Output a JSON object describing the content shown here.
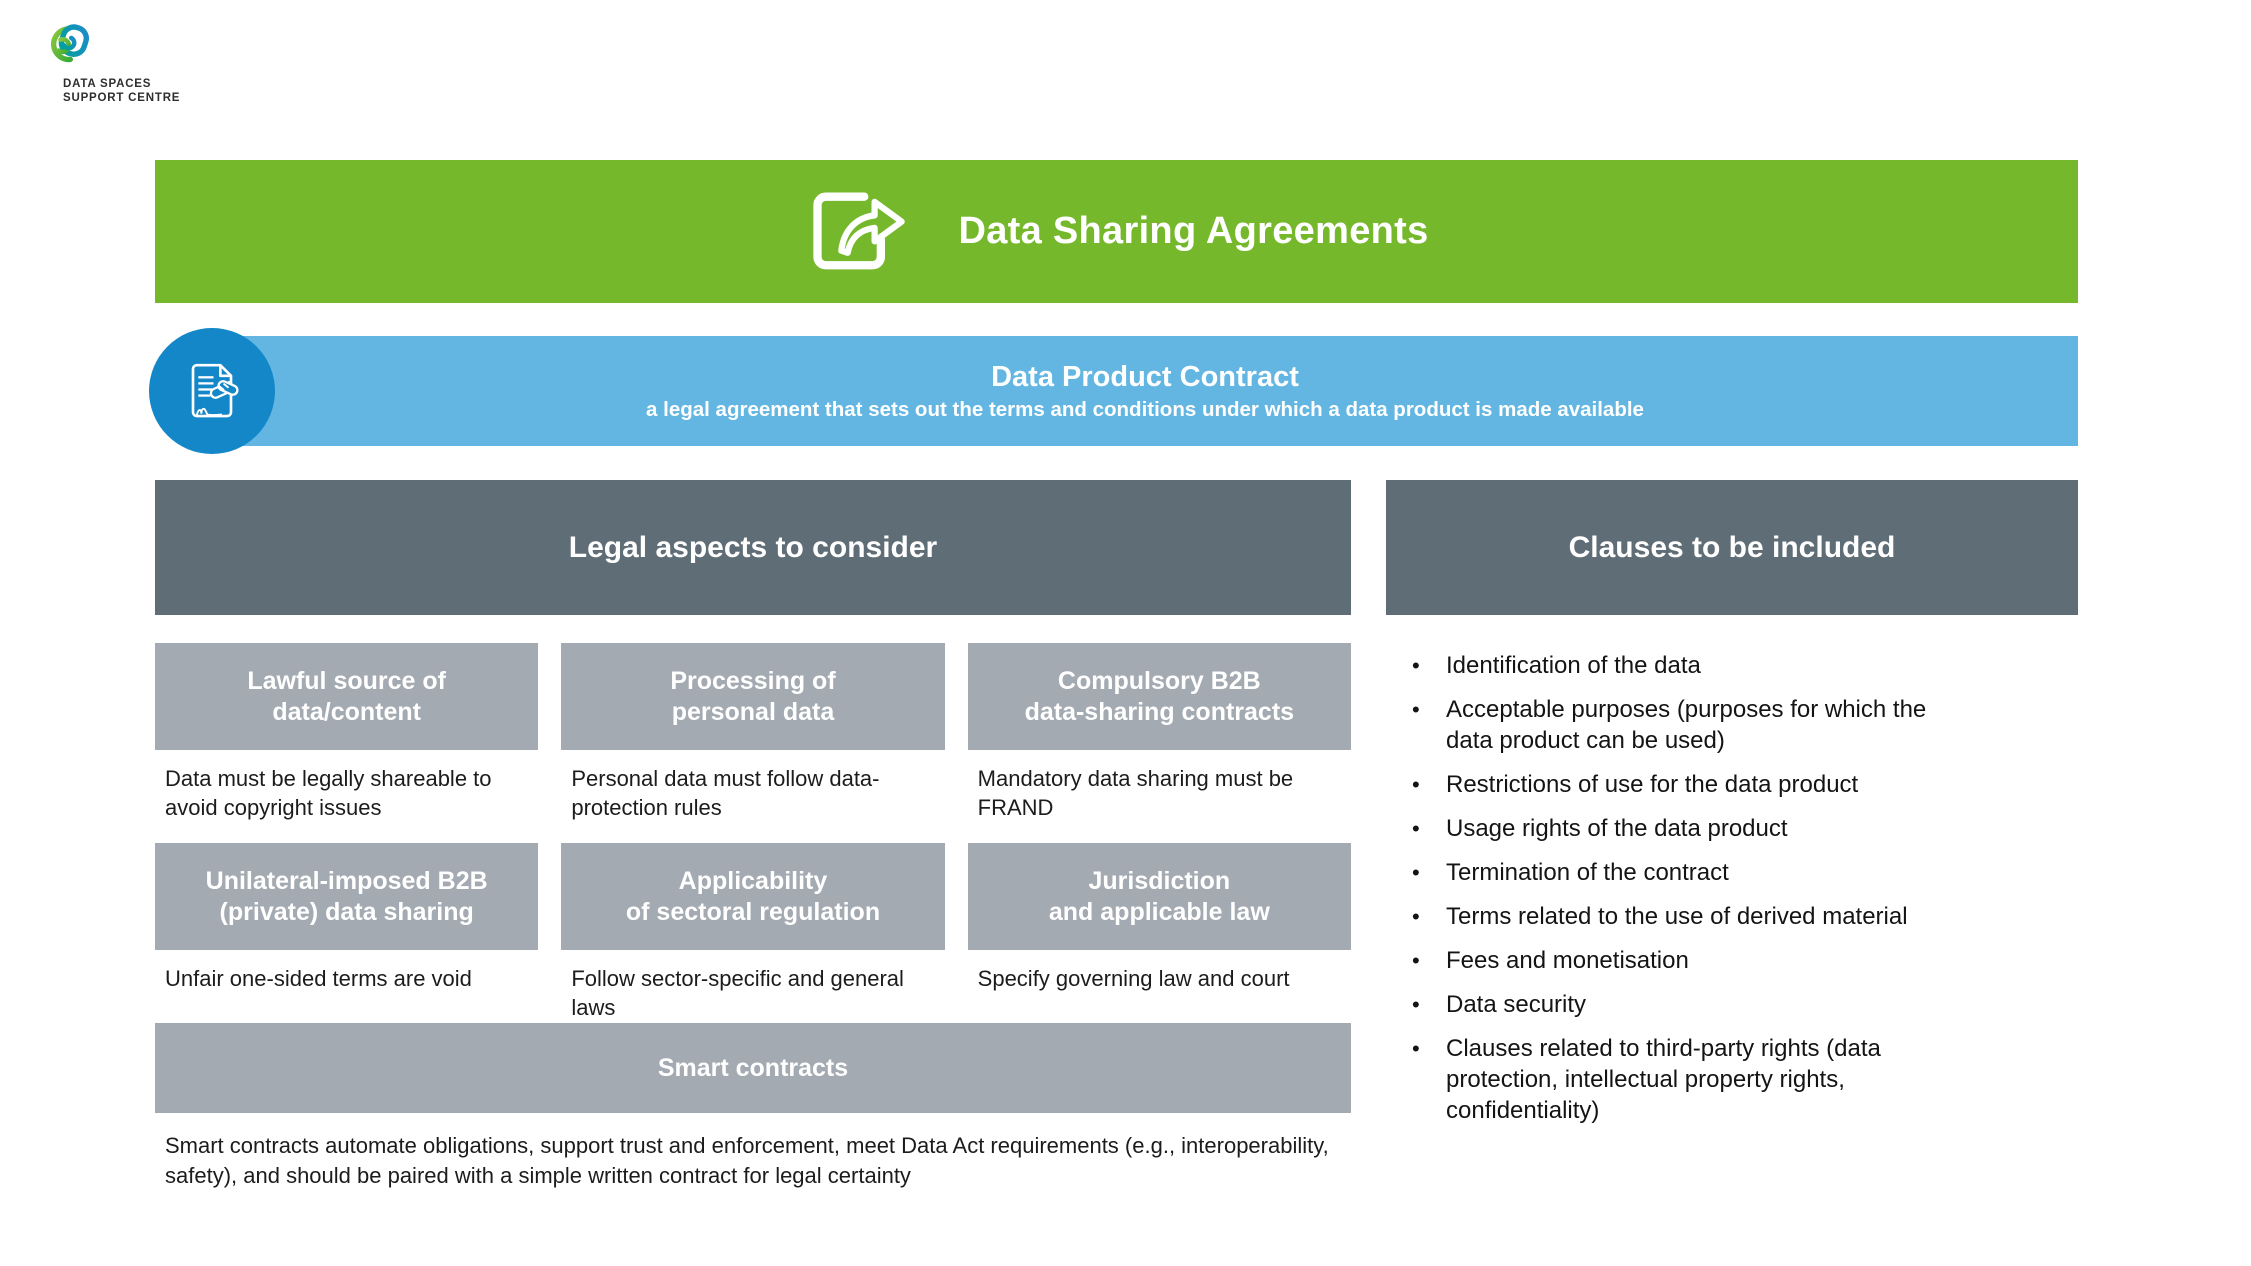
{
  "brand": {
    "logo_line1": "DATA SPACES",
    "logo_line2": "SUPPORT CENTRE"
  },
  "header_banner": {
    "title": "Data Sharing Agreements",
    "icon": "share-icon",
    "color": "#76b82b"
  },
  "contract_banner": {
    "title": "Data Product Contract",
    "subtitle": "a legal agreement that sets out the terms and conditions under which a data product is made available",
    "icon": "document-handshake-icon",
    "bar_color": "#63b6e2",
    "badge_color": "#1487c8"
  },
  "legal_panel": {
    "title": "Legal aspects to consider",
    "header_color": "#5f6d76",
    "box_color": "#a3aab1",
    "aspects": [
      {
        "title": "Lawful source of\ndata/content",
        "description": "Data must be legally shareable to\navoid copyright issues"
      },
      {
        "title": "Processing of\npersonal data",
        "description": "Personal data must follow data-\nprotection rules"
      },
      {
        "title": "Compulsory B2B\ndata-sharing contracts",
        "description": "Mandatory data sharing must be\nFRAND"
      },
      {
        "title": "Unilateral-imposed B2B\n(private) data sharing",
        "description": "Unfair one-sided terms are void"
      },
      {
        "title": "Applicability\nof sectoral regulation",
        "description": "Follow sector-specific and general\nlaws"
      },
      {
        "title": "Jurisdiction\nand applicable law",
        "description": "Specify governing law and court"
      }
    ],
    "smart_contracts": {
      "title": "Smart contracts",
      "description": "Smart contracts automate obligations, support trust and enforcement, meet Data Act requirements (e.g., interoperability,\nsafety), and should be paired with a simple written contract for legal certainty"
    }
  },
  "clauses_panel": {
    "title": "Clauses to be included",
    "items": [
      "Identification of the data",
      "Acceptable purposes (purposes for which the\ndata product can be used)",
      "Restrictions of use for the data product",
      "Usage rights of the data product",
      "Termination of the contract",
      "Terms related to the use of derived material",
      "Fees and monetisation",
      "Data security",
      "Clauses related to third-party rights (data\nprotection, intellectual property rights,\nconfidentiality)"
    ]
  }
}
